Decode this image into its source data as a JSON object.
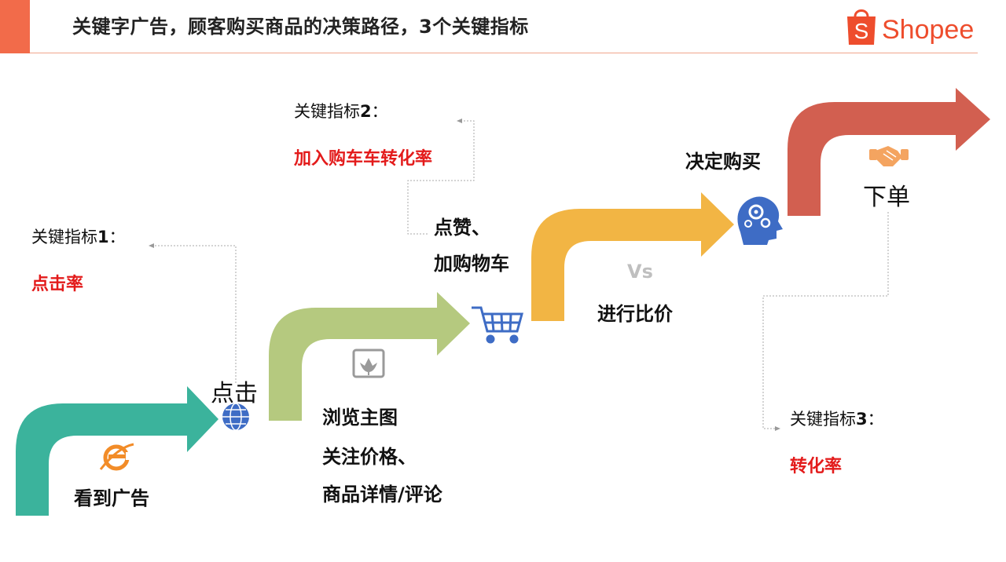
{
  "header": {
    "title": "关键字广告，顾客购买商品的决策路径，3个关键指标",
    "brand": "Shopee",
    "brand_glyph": "S",
    "accent_color": "#F26B4A",
    "brand_color": "#EE4D2D"
  },
  "steps": {
    "see_ad": "看到广告",
    "click": "点击",
    "browse": [
      "浏览主图",
      "关注价格、",
      "商品详情/评论"
    ],
    "add_cart": [
      "点赞、",
      "加购物车"
    ],
    "vs": "Vs",
    "compare": "进行比价",
    "decide": "决定购买",
    "order": "下单"
  },
  "metrics": [
    {
      "label": "关键指标",
      "num": "1",
      "colon": "：",
      "value": "点击率"
    },
    {
      "label": "关键指标",
      "num": "2",
      "colon": "：",
      "value": "加入购车车转化率"
    },
    {
      "label": "关键指标",
      "num": "3",
      "colon": "：",
      "value": "转化率"
    }
  ],
  "arrow_colors": [
    "#3BB39C",
    "#B5C97F",
    "#F2B544",
    "#D25F50"
  ],
  "icons": [
    "ie-browser-icon",
    "globe-icon",
    "photo-icon",
    "shopping-cart-icon",
    "head-gears-icon",
    "handshake-icon"
  ]
}
